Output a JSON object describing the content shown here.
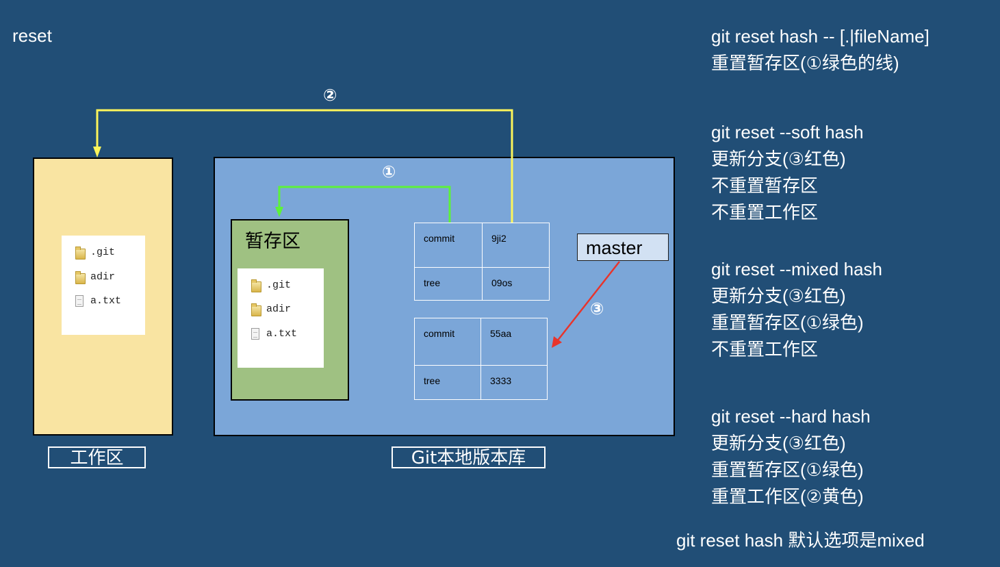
{
  "title": "reset",
  "notes": {
    "block1": [
      "git reset hash -- [.|fileName]",
      "重置暂存区(①绿色的线)"
    ],
    "block2": [
      "git reset --soft hash",
      "更新分支(③红色)",
      "不重置暂存区",
      "不重置工作区"
    ],
    "block3": [
      "git reset --mixed hash",
      "更新分支(③红色)",
      "重置暂存区(①绿色)",
      "不重置工作区"
    ],
    "block4": [
      "git reset --hard hash",
      "更新分支(③红色)",
      "重置暂存区(①绿色)",
      "重置工作区(②黄色)"
    ],
    "footer": "git reset hash 默认选项是mixed"
  },
  "workspace": {
    "label": "工作区",
    "files": [
      {
        "name": ".git",
        "icon": "folder-icon"
      },
      {
        "name": "adir",
        "icon": "folder-icon"
      },
      {
        "name": "a.txt",
        "icon": "document-icon"
      }
    ]
  },
  "staging": {
    "title": "暂存区",
    "files": [
      {
        "name": ".git",
        "icon": "folder-icon"
      },
      {
        "name": "adir",
        "icon": "folder-icon"
      },
      {
        "name": "a.txt",
        "icon": "document-icon"
      }
    ]
  },
  "repo": {
    "label": "Git本地版本库",
    "commit_top": {
      "commit_label": "commit",
      "commit_value": "9ji2",
      "tree_label": "tree",
      "tree_value": "09os"
    },
    "commit_bottom": {
      "commit_label": "commit",
      "commit_value": "55aa",
      "tree_label": "tree",
      "tree_value": "3333"
    },
    "branch": "master"
  },
  "markers": {
    "one": "①",
    "two": "②",
    "three": "③"
  },
  "colors": {
    "background": "#214e76",
    "workspace": "#f9e4a2",
    "repo": "#7ba6d8",
    "staging": "#9fc182",
    "line_green": "#5df23a",
    "line_yellow": "#fdf55a",
    "line_red": "#e8342b"
  }
}
